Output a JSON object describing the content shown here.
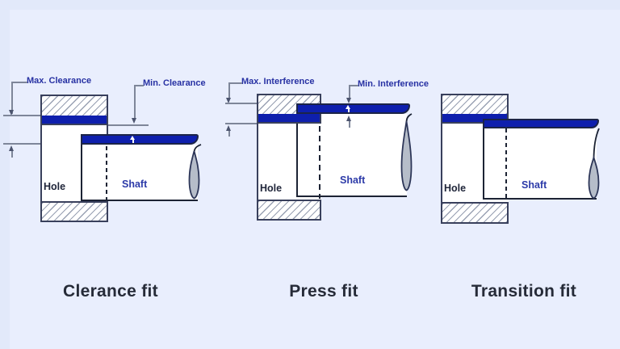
{
  "image_kind": "engineering-fits-diagram",
  "background": {
    "outer": "#e2e9fa",
    "panel": "#e9eefd"
  },
  "palette": {
    "fit_blue": "#0e1fad",
    "outline_dark": "#39405c",
    "drawing_line": "#1c2334",
    "dimension_gray": "#7e8699",
    "label_blue": "#2731a3",
    "hole_text": "#20263a",
    "shaft_text": "#2c3aa8",
    "title_text": "#262b38",
    "hatch_line": "#99a1b3",
    "drop_fill": "#b6bdc9"
  },
  "diagrams": [
    {
      "title": "Clerance fit",
      "max_label": "Max. Clearance",
      "min_label": "Min. Clearance",
      "hole_label": "Hole",
      "shaft_label": "Shaft"
    },
    {
      "title": "Press fit",
      "max_label": "Max. Interference",
      "min_label": "Min. Interference",
      "hole_label": "Hole",
      "shaft_label": "Shaft"
    },
    {
      "title": "Transition fit",
      "hole_label": "Hole",
      "shaft_label": "Shaft"
    }
  ]
}
